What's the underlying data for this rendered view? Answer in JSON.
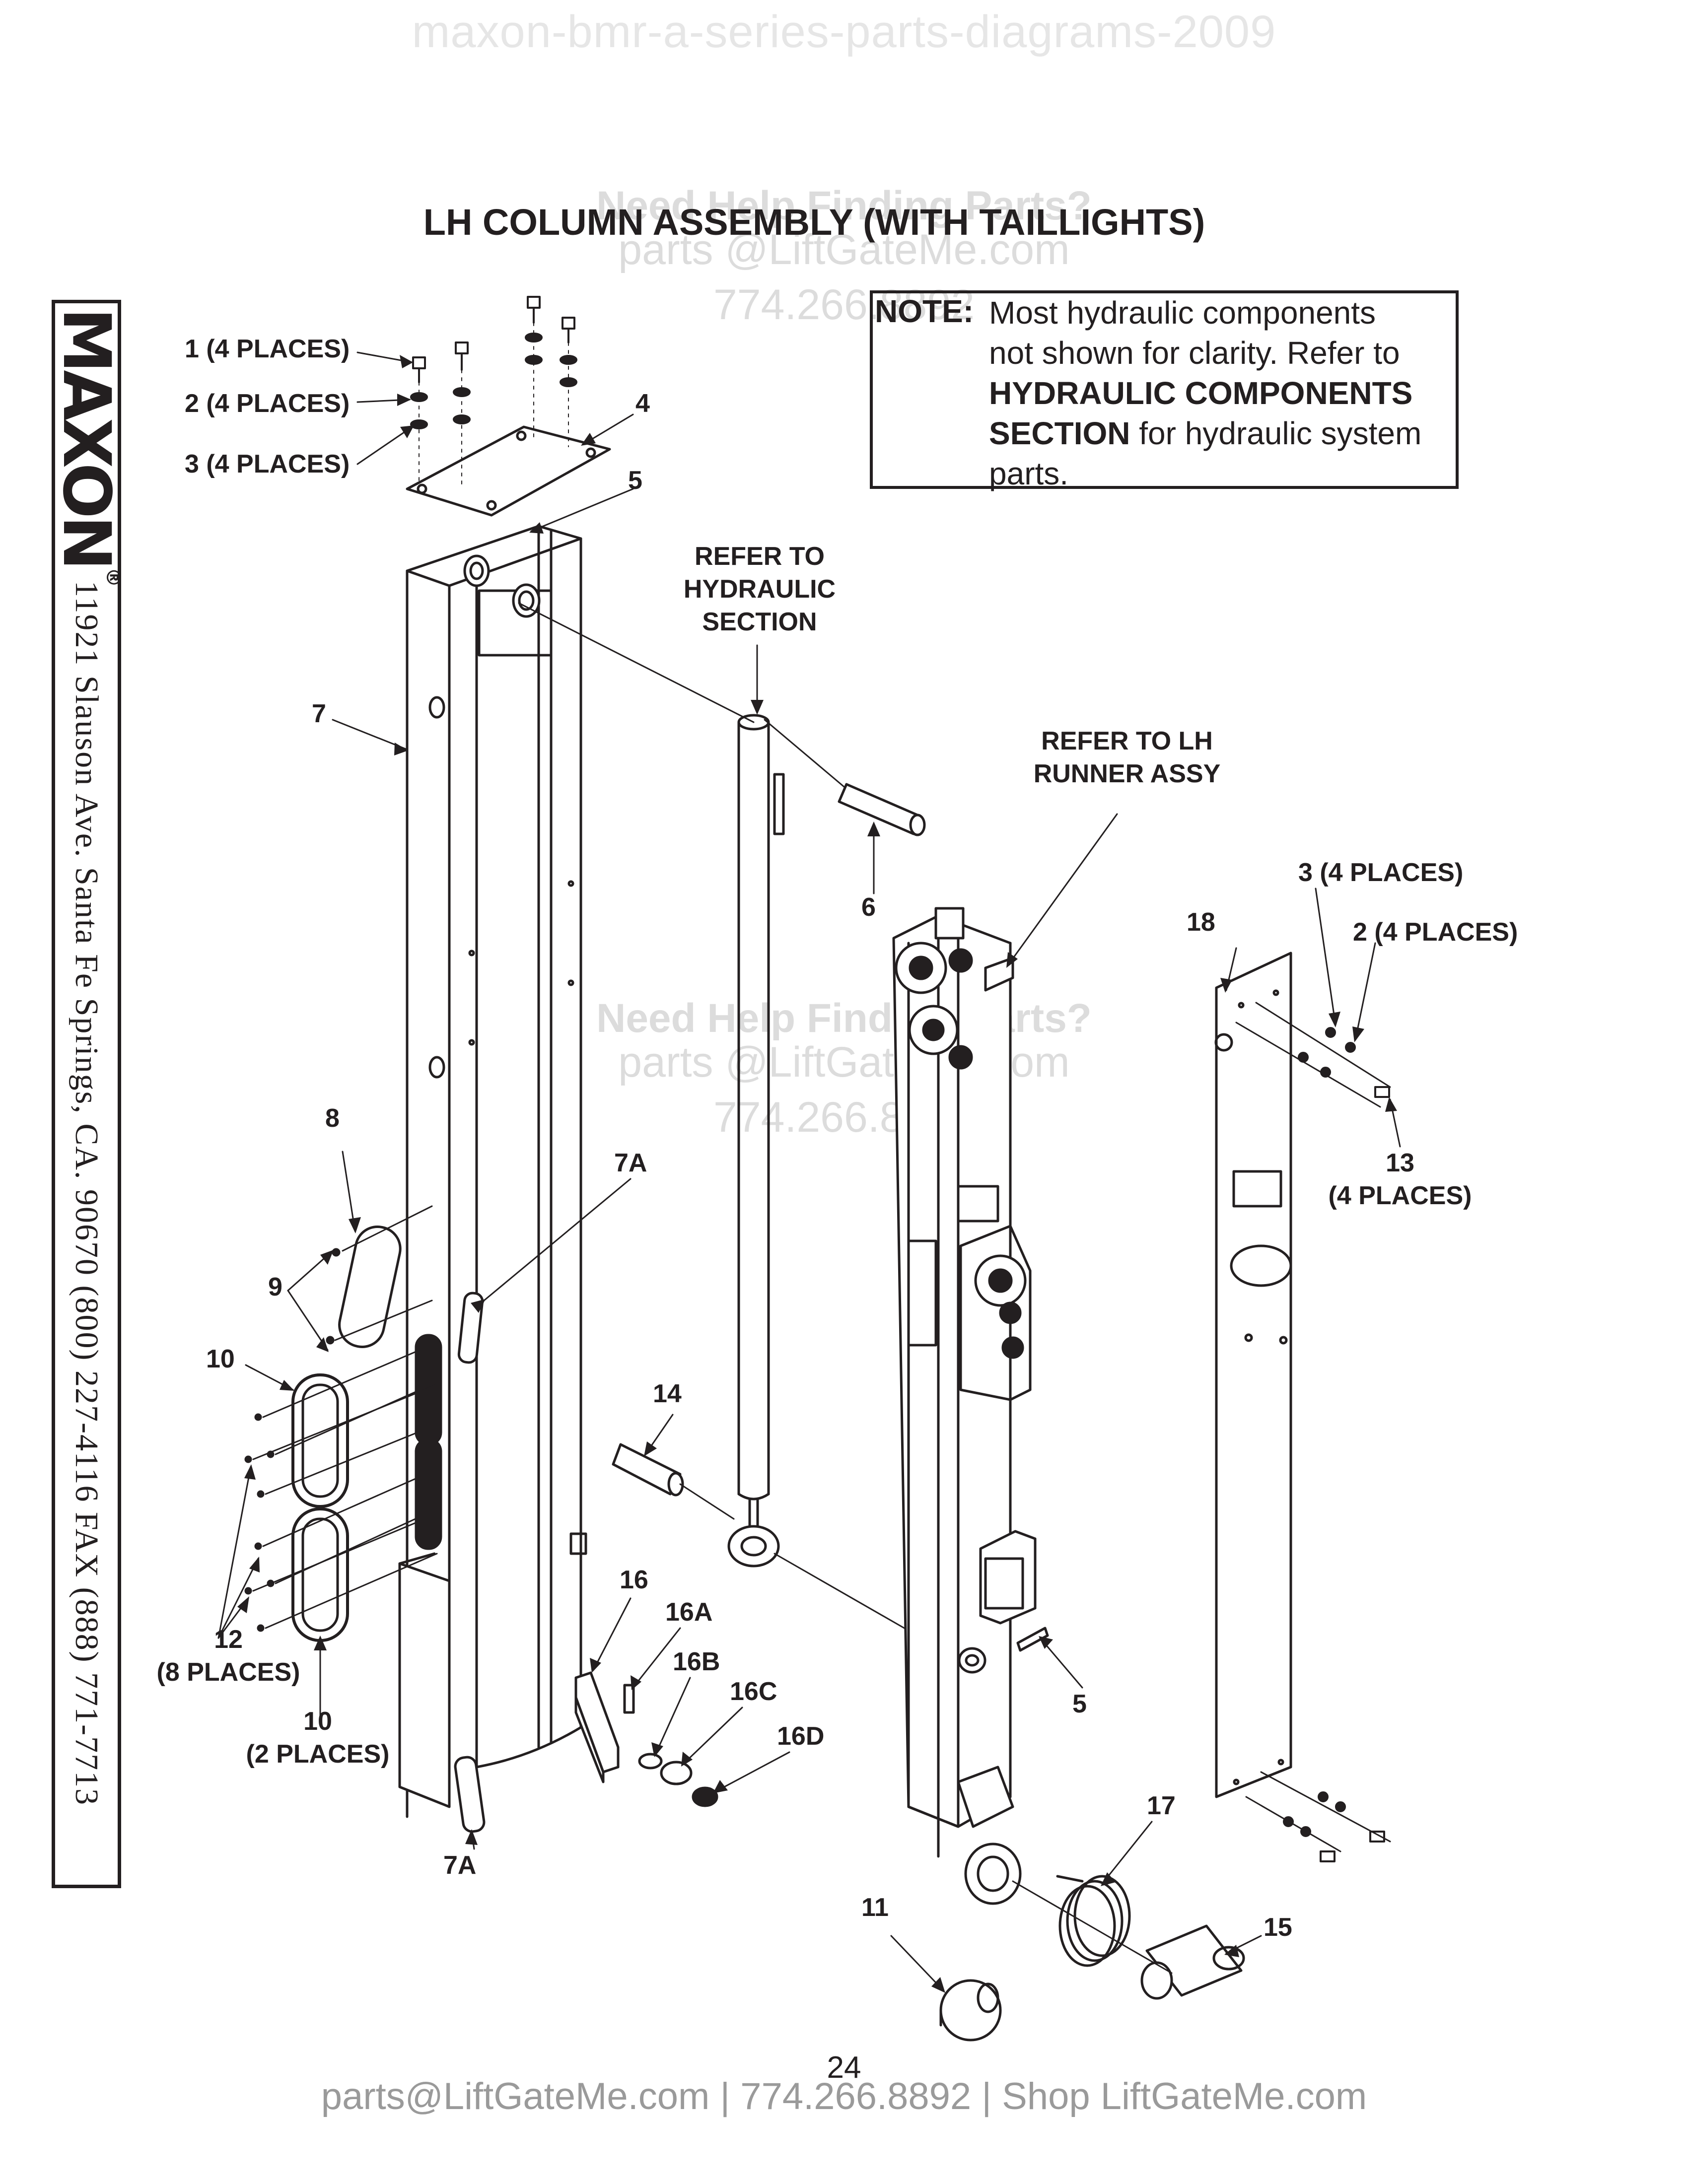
{
  "watermark_top": "maxon-bmr-a-series-parts-diagrams-2009",
  "watermarks": [
    {
      "title": "Need Help Finding Parts?",
      "email": "parts @LiftGateMe.com",
      "phone": "774.266.8892"
    },
    {
      "title": "Need Help Finding Parts?",
      "email": "parts @LiftGateMe.com",
      "phone": "774.266.8892"
    }
  ],
  "title": "LH COLUMN ASSEMBLY (WITH TAILLIGHTS)",
  "note": {
    "label": "NOTE:",
    "line1": "Most hydraulic components",
    "line2": "not shown for clarity. Refer to",
    "line3": "HYDRAULIC COMPONENTS",
    "line4a": "SECTION",
    "line4b": " for hydraulic system",
    "line5": "parts."
  },
  "company": {
    "logo": "MAXON",
    "registered": "®",
    "address": "11921 Slauson Ave.  Santa Fe Springs, CA.  90670  (800) 227-4116  FAX (888) 771-7713"
  },
  "callouts": {
    "c1": "1 (4 PLACES)",
    "c2": "2 (4 PLACES)",
    "c3": "3 (4 PLACES)",
    "c4": "4",
    "c5a": "5",
    "c5b": "5",
    "c6": "6",
    "c7": "7",
    "c7a_top": "7A",
    "c7a_bottom": "7A",
    "c8": "8",
    "c9": "9",
    "c10_top": "10",
    "c10_bottom_1": "10",
    "c10_bottom_2": "(2 PLACES)",
    "c11": "11",
    "c12_1": "12",
    "c12_2": "(8 PLACES)",
    "c13_1": "13",
    "c13_2": "(4 PLACES)",
    "c14": "14",
    "c15": "15",
    "c16": "16",
    "c16a": "16A",
    "c16b": "16B",
    "c16c": "16C",
    "c16d": "16D",
    "c17": "17",
    "c18": "18",
    "c3_right": "3 (4 PLACES)",
    "c2_right": "2 (4 PLACES)",
    "refer_hydraulic_1": "REFER TO",
    "refer_hydraulic_2": "HYDRAULIC",
    "refer_hydraulic_3": "SECTION",
    "refer_runner_1": "REFER TO LH",
    "refer_runner_2": "RUNNER ASSY"
  },
  "page_number": "24",
  "footer": "parts@LiftGateMe.com | 774.266.8892 | Shop LiftGateMe.com"
}
